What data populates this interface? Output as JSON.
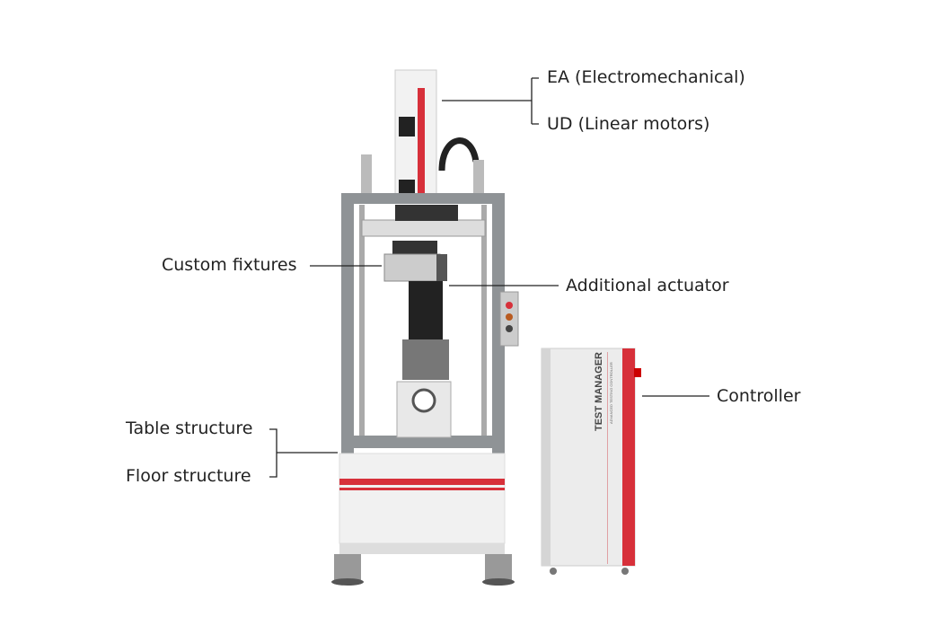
{
  "labels": {
    "ea": "EA (Electromechanical)",
    "ud": "UD (Linear motors)",
    "custom_fixtures": "Custom fixtures",
    "additional_actuator": "Additional actuator",
    "controller": "Controller",
    "table_structure": "Table structure",
    "floor_structure": "Floor structure"
  },
  "controller_unit": {
    "title": "TEST MANAGER",
    "subtitle": "ADVANCED TESTING CONTROLLER"
  },
  "colors": {
    "accent_red": "#d7303a",
    "frame_gray": "#8f9396",
    "body_white": "#f1f1f1",
    "text": "#222222"
  }
}
